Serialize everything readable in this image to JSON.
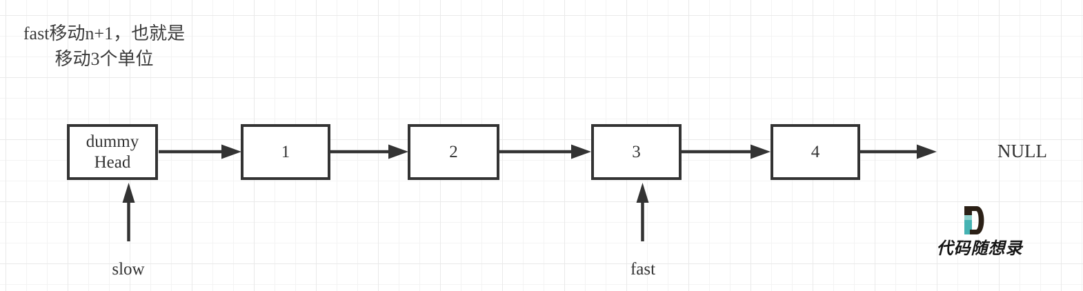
{
  "annotation": {
    "line1": "fast移动n+1，也就是",
    "line2": "移动3个单位"
  },
  "list": {
    "nodes": [
      {
        "label": "dummy\nHead"
      },
      {
        "label": "1"
      },
      {
        "label": "2"
      },
      {
        "label": "3"
      },
      {
        "label": "4"
      }
    ],
    "terminator": "NULL"
  },
  "pointers": {
    "slow": {
      "label": "slow",
      "points_to": "dummy Head"
    },
    "fast": {
      "label": "fast",
      "points_to": "3"
    }
  },
  "icons": {
    "next_arrow": "right-arrow-icon",
    "pointer_arrow": "up-arrow-icon",
    "logo": "d-logo-icon"
  },
  "logo": {
    "brand": "代码随想录"
  },
  "colors": {
    "stroke": "#333333",
    "grid_minor": "#f3f3f3",
    "grid_major": "#e9e9e9",
    "logo_dark": "#2b2016",
    "logo_teal": "#45b3b3",
    "logo_teal_light": "#8fd0cc"
  }
}
